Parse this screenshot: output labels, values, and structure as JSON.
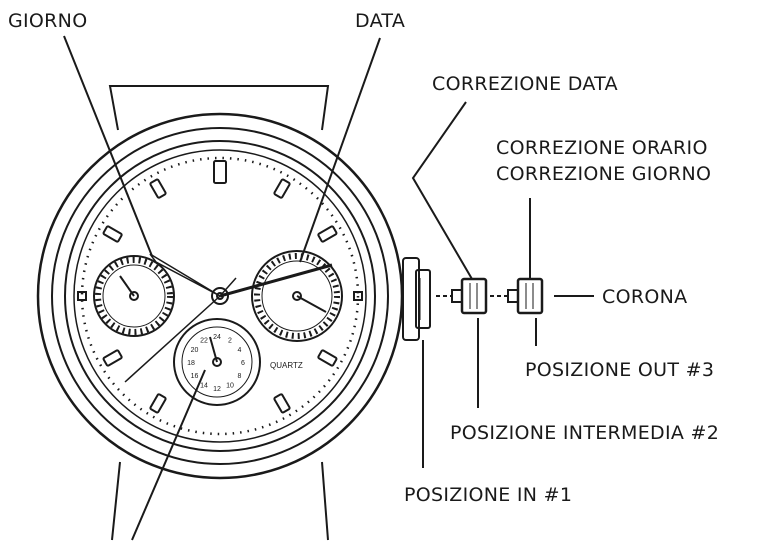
{
  "labels": {
    "giorno": "GIORNO",
    "data": "DATA",
    "correzione_data": "CORREZIONE DATA",
    "correzione_orario": "CORREZIONE ORARIO",
    "correzione_giorno": "CORREZIONE GIORNO",
    "corona": "CORONA",
    "posizione_out": "POSIZIONE OUT #3",
    "posizione_intermedia": "POSIZIONE INTERMEDIA #2",
    "posizione_in": "POSIZIONE IN #1"
  },
  "dial_text": {
    "quartz": "QUARTZ",
    "sub_dial_numbers": [
      "24",
      "2",
      "4",
      "6",
      "8",
      "10",
      "12",
      "14",
      "16",
      "18",
      "20",
      "22"
    ]
  },
  "colors": {
    "ink": "#1a1a1a",
    "background": "#ffffff"
  }
}
